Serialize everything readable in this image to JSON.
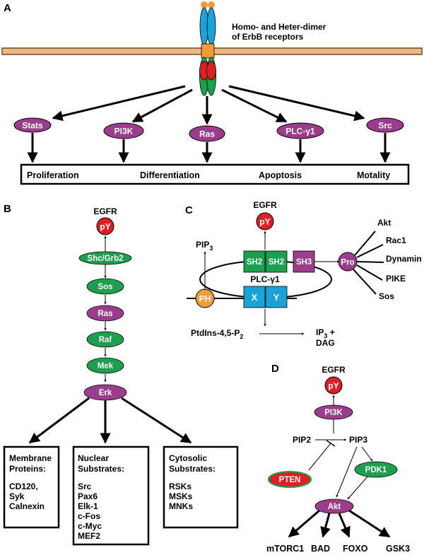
{
  "colors": {
    "purple": "#9b3d8c",
    "green": "#1e9e4f",
    "red": "#dd1f26",
    "orange": "#f39b34",
    "blue": "#1aa3d8",
    "membrane": "#e8b88a",
    "membrane_border": "#7a4a1c"
  },
  "panel_a": {
    "letter": "A",
    "receptor_caption_line1": "Homo- and Heter-dimer",
    "receptor_caption_line2": "of ErbB receptors",
    "nodes": [
      "Stats",
      "PI3K",
      "Ras",
      "PLC-γ1",
      "Src"
    ],
    "outcomes": [
      "Proliferation",
      "Differentiation",
      "Apoptosis",
      "Motality"
    ]
  },
  "panel_b": {
    "letter": "B",
    "egfr": "EGFR",
    "py": "pY",
    "chain": [
      "Shc/Grb2",
      "Sos",
      "Ras",
      "Raf",
      "Mek",
      "Erk"
    ],
    "boxes": [
      {
        "title": [
          "Membrane",
          "Proteins:"
        ],
        "items": [
          "CD120,",
          "Syk",
          "Calnexin"
        ]
      },
      {
        "title": [
          "Nuclear",
          "Substrates:"
        ],
        "items": [
          "Src",
          "Pax6",
          "Elk-1",
          "c-Fos",
          "c-Myc",
          "MEF2"
        ]
      },
      {
        "title": [
          "Cytosolic",
          "Substrates:"
        ],
        "items": [
          "RSKs",
          "MSKs",
          "MNKs"
        ]
      }
    ]
  },
  "panel_c": {
    "letter": "C",
    "egfr": "EGFR",
    "py": "pY",
    "pip3": "PIP",
    "pip3_sub": "3",
    "sh2_a": "SH2",
    "sh2_b": "SH2",
    "sh3": "SH3",
    "plc": "PLC-γ1",
    "ph": "PH",
    "x": "X",
    "y": "Y",
    "pro": "Pro",
    "targets": [
      "Akt",
      "Rac1",
      "Dynamin",
      "PIKE",
      "Sos"
    ],
    "substrate": "PtdIns-4,5-P",
    "substrate_sub": "2",
    "product_line1": "IP",
    "product_sub": "3",
    "product_plus": " +",
    "product_line2": "DAG"
  },
  "panel_d": {
    "letter": "D",
    "egfr": "EGFR",
    "py": "pY",
    "pi3k": "PI3K",
    "pip2": "PIP2",
    "pip3": "PIP3",
    "pten": "PTEN",
    "pdk1": "PDK1",
    "akt": "Akt",
    "targets": [
      "mTORC1",
      "BAD",
      "FOXO",
      "GSK3"
    ]
  }
}
